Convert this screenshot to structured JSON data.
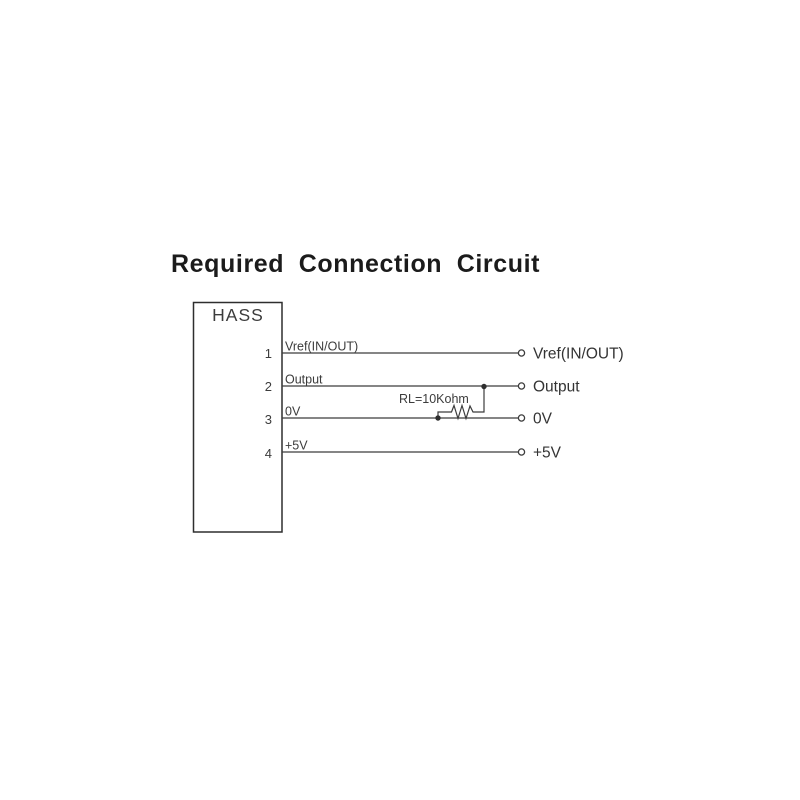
{
  "title": "Required Connection Circuit",
  "diagram": {
    "box_label": "HASS",
    "pins": [
      {
        "number": "1",
        "label": "Vref(IN/OUT)",
        "terminal_label": "Vref(IN/OUT)"
      },
      {
        "number": "2",
        "label": "Output",
        "terminal_label": "Output"
      },
      {
        "number": "3",
        "label": "0V",
        "terminal_label": "0V"
      },
      {
        "number": "4",
        "label": "+5V",
        "terminal_label": "+5V"
      }
    ],
    "resistor_label": "RL=10Kohm"
  },
  "colors": {
    "line": "#3c3c3c",
    "title": "#1b1b1b",
    "background": "#ffffff"
  }
}
